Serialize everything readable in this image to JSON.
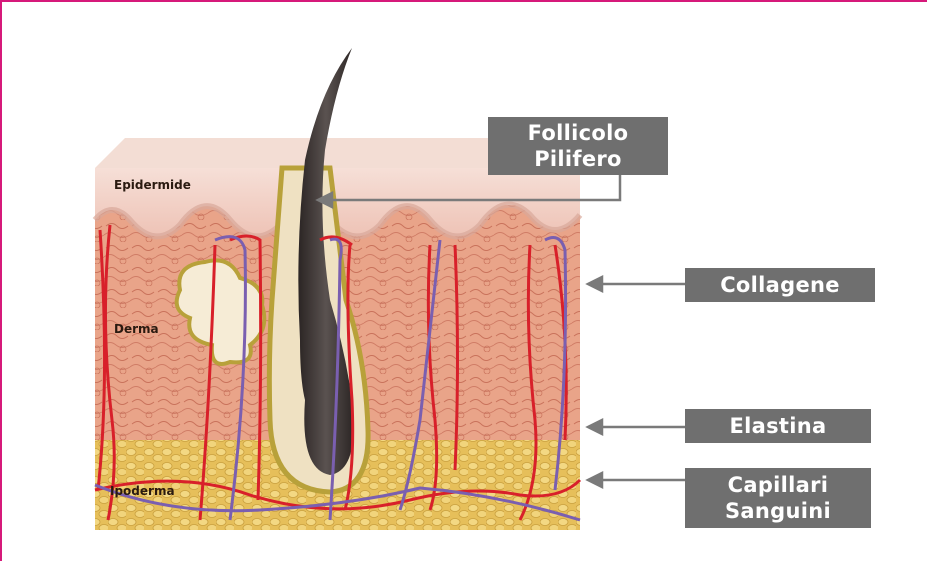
{
  "layers": {
    "epidermide": "Epidermide",
    "derma": "Derma",
    "ipoderma": "Ipoderma"
  },
  "callouts": {
    "follicolo": [
      "Follicolo",
      "Pilifero"
    ],
    "collagene": "Collagene",
    "elastina": "Elastina",
    "capillari": [
      "Capillari",
      "Sanguini"
    ]
  },
  "colors": {
    "frame_border": "#d6197a",
    "label_box": "#6f6f6f",
    "label_text": "#ffffff",
    "artery": "#d8202a",
    "vein": "#7a5fb0",
    "hair": "#3a3433",
    "fat": "#e9c25c",
    "dermis": "#e9a184",
    "epidermis": "#f1d3c8"
  }
}
